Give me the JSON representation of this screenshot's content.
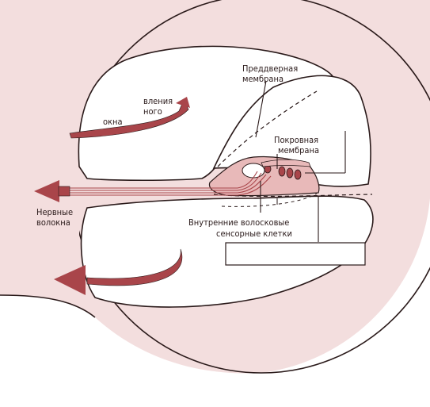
{
  "labels": {
    "vestibular_membrane_line1": "Преддверная",
    "vestibular_membrane_line2": "мембрана",
    "oval_window_partial_1": "вления",
    "oval_window_partial_2": "ного",
    "oval_window_partial_3": "окна",
    "tectorial_membrane_line1": "Покровная",
    "tectorial_membrane_line2": "мембрана",
    "nerve_fibers_line1": "Нервные",
    "nerve_fibers_line2": "волокна",
    "inner_hair_cells_line1": "Внутренние волосковые",
    "inner_hair_cells_line2": "сенсорные клетки",
    "empty_label_box": ""
  },
  "colors": {
    "bone": "#f3dede",
    "outline": "#2a1a1a",
    "arrow": "#a9454a",
    "organ": "#e8b9b9",
    "background": "#ffffff"
  }
}
